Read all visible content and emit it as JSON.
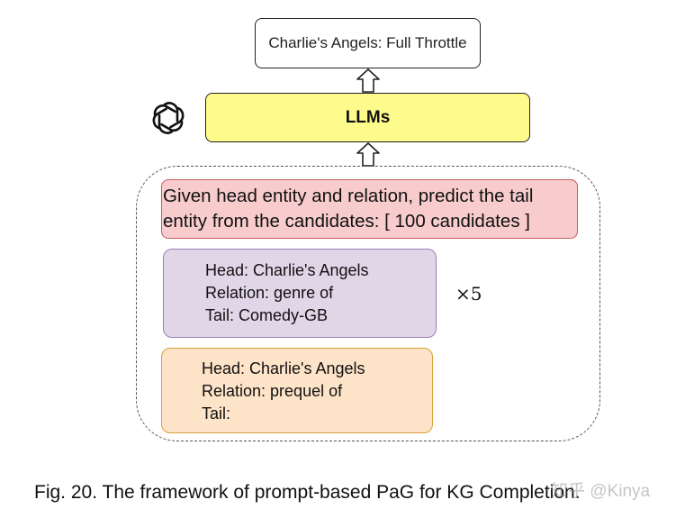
{
  "output": {
    "text": "Charlie's Angels: Full Throttle"
  },
  "model": {
    "label": "LLMs",
    "icon": "openai-logo-icon"
  },
  "prompt": {
    "instruction_line1": "Given head entity and relation, predict the tail",
    "instruction_line2": "entity from the candidates: [ 100 candidates ]",
    "example": {
      "head": "Head: Charlie's Angels",
      "relation": "Relation: genre of",
      "tail": "Tail: Comedy-GB"
    },
    "repeat": "×5",
    "query": {
      "head": "Head: Charlie's Angels",
      "relation": "Relation: prequel of",
      "tail": "Tail:"
    }
  },
  "caption": "Fig. 20. The framework of prompt-based PaG for KG Completion.",
  "watermark": "知乎 @Kinya",
  "colors": {
    "llm_fill": "#fdfb8c",
    "instruction_fill": "#f8cccc",
    "example_fill": "#e1d5e8",
    "query_fill": "#fde3c8"
  }
}
